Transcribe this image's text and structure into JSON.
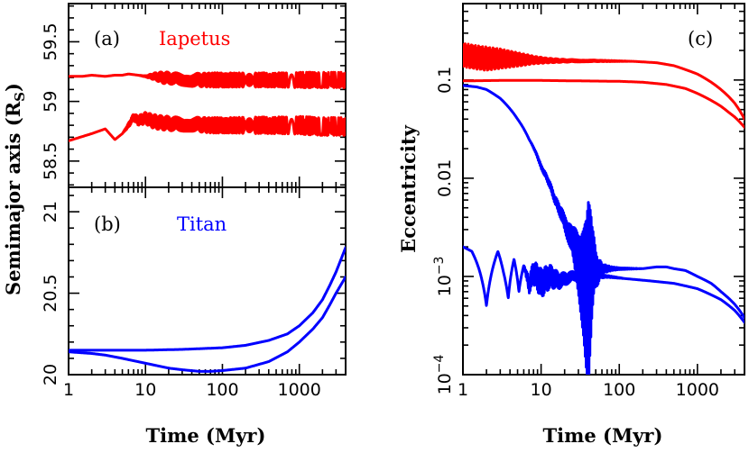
{
  "figure": {
    "colors": {
      "iapetus": "#ff0000",
      "titan": "#0000ff",
      "axes": "#000000"
    }
  },
  "chart_data": [
    {
      "panel": "(a)",
      "label": "Iapetus",
      "type": "line",
      "xscale": "log",
      "xlim": [
        1,
        4000
      ],
      "ylim": [
        58.28,
        59.82
      ],
      "yticks": [
        58.5,
        59,
        59.5
      ],
      "ytick_labels": [
        "58.5",
        "59",
        "59.5"
      ],
      "xlabel": "",
      "ylabel": "",
      "series": [
        {
          "color": "#ff0000",
          "x": [
            1,
            1.5,
            2,
            3,
            4,
            5,
            6,
            8,
            10,
            13,
            17,
            25,
            40,
            70,
            120,
            250,
            500,
            1000,
            2000,
            4000
          ],
          "y": [
            59.21,
            59.21,
            59.22,
            59.21,
            59.22,
            59.22,
            59.23,
            59.22,
            59.21,
            59.21,
            59.2,
            59.19,
            59.18,
            59.18,
            59.18,
            59.18,
            59.18,
            59.18,
            59.18,
            59.18
          ],
          "osc": [
            0,
            0,
            0,
            0,
            0,
            0,
            0,
            0,
            0.005,
            0.03,
            0.05,
            0.05,
            0.055,
            0.06,
            0.06,
            0.06,
            0.06,
            0.065,
            0.065,
            0.065
          ]
        },
        {
          "color": "#ff0000",
          "x": [
            1,
            2,
            3,
            4,
            5,
            6,
            7,
            8,
            10,
            13,
            17,
            25,
            40,
            70,
            120,
            250,
            500,
            1000,
            2000,
            4000
          ],
          "y": [
            58.67,
            58.73,
            58.77,
            58.68,
            58.73,
            58.8,
            58.87,
            58.84,
            58.86,
            58.83,
            58.82,
            58.81,
            58.81,
            58.8,
            58.8,
            58.8,
            58.8,
            58.8,
            58.79,
            58.79
          ],
          "osc": [
            0,
            0,
            0,
            0,
            0,
            0.02,
            0.03,
            0.04,
            0.05,
            0.06,
            0.06,
            0.06,
            0.06,
            0.065,
            0.065,
            0.07,
            0.07,
            0.075,
            0.075,
            0.075
          ]
        }
      ]
    },
    {
      "panel": "(b)",
      "label": "Titan",
      "type": "line",
      "xscale": "log",
      "xlim": [
        1,
        4000
      ],
      "ylim": [
        20,
        21.15
      ],
      "yticks": [
        20,
        20.5,
        21
      ],
      "ytick_labels": [
        "20",
        "20.5",
        "21"
      ],
      "xticks": [
        1,
        10,
        100,
        1000
      ],
      "xtick_labels": [
        "1",
        "10",
        "100",
        "1000"
      ],
      "xlabel": "Time (Myr)",
      "ylabel": "Semimajor axis (R",
      "ylabel_sub": "S",
      "ylabel_close": ")",
      "series": [
        {
          "color": "#0000ff",
          "x": [
            1,
            3,
            10,
            30,
            100,
            200,
            400,
            700,
            1000,
            1500,
            2000,
            2500,
            3000,
            4000
          ],
          "y": [
            20.15,
            20.15,
            20.15,
            20.155,
            20.165,
            20.18,
            20.21,
            20.25,
            20.3,
            20.38,
            20.46,
            20.55,
            20.63,
            20.78
          ]
        },
        {
          "color": "#0000ff",
          "x": [
            1,
            2,
            3,
            5,
            10,
            20,
            30,
            50,
            70,
            100,
            200,
            400,
            700,
            1000,
            1500,
            2000,
            2500,
            3000,
            4000
          ],
          "y": [
            20.14,
            20.13,
            20.12,
            20.1,
            20.07,
            20.04,
            20.03,
            20.02,
            20.02,
            20.025,
            20.04,
            20.08,
            20.14,
            20.2,
            20.28,
            20.35,
            20.43,
            20.5,
            20.6
          ]
        }
      ]
    },
    {
      "panel": "(c)",
      "type": "line",
      "xscale": "log",
      "yscale": "log",
      "xlim": [
        1,
        4000
      ],
      "ylim": [
        0.0001,
        0.6
      ],
      "yticks": [
        0.0001,
        0.001,
        0.01,
        0.1
      ],
      "ytick_labels": [
        "10",
        "10",
        "0.01",
        "0.1"
      ],
      "ytick_sups": [
        "−4",
        "−3",
        "",
        ""
      ],
      "xticks": [
        1,
        10,
        100,
        1000
      ],
      "xtick_labels": [
        "1",
        "10",
        "100",
        "1000"
      ],
      "xlabel": "Time (Myr)",
      "ylabel": "Eccentricity",
      "series": [
        {
          "color": "#ff0000",
          "x": [
            1,
            1.5,
            2,
            3,
            5,
            8,
            12,
            20,
            40,
            80,
            150,
            300,
            500,
            1000,
            1500,
            2000,
            2500,
            3000,
            4000
          ],
          "y": [
            0.18,
            0.17,
            0.165,
            0.165,
            0.162,
            0.16,
            0.158,
            0.157,
            0.157,
            0.156,
            0.155,
            0.15,
            0.14,
            0.115,
            0.095,
            0.08,
            0.068,
            0.058,
            0.04
          ],
          "osc": [
            0.12,
            0.12,
            0.12,
            0.1,
            0.07,
            0.04,
            0.025,
            0.015,
            0.01,
            0.005,
            0,
            0,
            0,
            0,
            0,
            0,
            0,
            0,
            0
          ]
        },
        {
          "color": "#ff0000",
          "x": [
            1,
            3,
            10,
            30,
            100,
            200,
            400,
            700,
            1000,
            1500,
            2000,
            2500,
            3000,
            4000
          ],
          "y": [
            0.098,
            0.099,
            0.099,
            0.098,
            0.097,
            0.095,
            0.09,
            0.082,
            0.073,
            0.062,
            0.054,
            0.047,
            0.042,
            0.033
          ]
        },
        {
          "color": "#0000ff",
          "x": [
            1,
            1.5,
            2,
            3,
            5,
            7,
            10,
            15,
            20,
            25,
            30,
            35,
            40,
            45,
            50,
            60,
            80,
            100,
            200,
            300,
            400,
            500,
            700,
            1000,
            1500,
            2000,
            3000,
            4000
          ],
          "y": [
            0.088,
            0.085,
            0.08,
            0.065,
            0.04,
            0.025,
            0.013,
            0.006,
            0.0035,
            0.0022,
            0.0015,
            0.0012,
            0.0011,
            0.0011,
            0.00115,
            0.0012,
            0.0012,
            0.0012,
            0.0012,
            0.00125,
            0.00125,
            0.0012,
            0.00115,
            0.001,
            0.00085,
            0.0007,
            0.00052,
            0.00038
          ],
          "osc": [
            0,
            0,
            0,
            0,
            0,
            0,
            0.02,
            0.04,
            0.08,
            0.15,
            0.35,
            0.7,
            1.2,
            0.5,
            0.2,
            0.05,
            0.02,
            0.01,
            0,
            0,
            0,
            0,
            0,
            0,
            0,
            0,
            0,
            0
          ]
        },
        {
          "color": "#0000ff",
          "x": [
            1,
            1.3,
            1.6,
            2,
            2.4,
            2.8,
            3.3,
            3.8,
            4.5,
            5.2,
            6,
            7,
            8,
            10,
            13,
            17,
            25,
            40,
            70,
            120,
            250,
            500,
            1000,
            1500,
            2000,
            3000,
            4000
          ],
          "y": [
            0.002,
            0.0018,
            0.0012,
            0.0005,
            0.0012,
            0.0018,
            0.0011,
            0.0006,
            0.0015,
            0.0007,
            0.0013,
            0.0008,
            0.0011,
            0.00085,
            0.001,
            0.0009,
            0.001,
            0.001,
            0.001,
            0.00095,
            0.0009,
            0.00085,
            0.00075,
            0.00065,
            0.00058,
            0.00045,
            0.00034
          ],
          "osc": [
            0,
            0,
            0,
            0,
            0,
            0,
            0,
            0,
            0,
            0,
            0,
            0.08,
            0.12,
            0.15,
            0.12,
            0.08,
            0.05,
            0.03,
            0.01,
            0,
            0,
            0,
            0,
            0,
            0,
            0,
            0
          ]
        }
      ]
    }
  ]
}
